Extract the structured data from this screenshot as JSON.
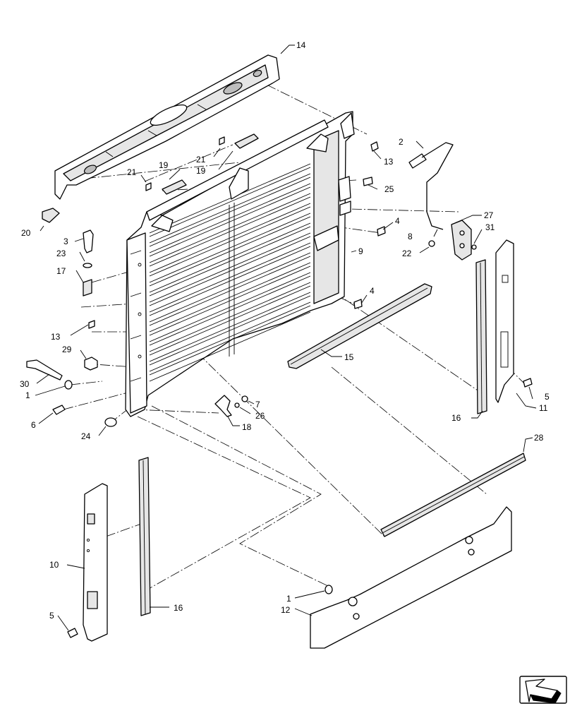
{
  "callouts": {
    "c14": "14",
    "c2": "2",
    "c13a": "13",
    "c21a": "21",
    "c19a": "19",
    "c21b": "21",
    "c19b": "19",
    "c25": "25",
    "c4a": "4",
    "c27": "27",
    "c8": "8",
    "c31": "31",
    "c22": "22",
    "c20": "20",
    "c3": "3",
    "c23": "23",
    "c17": "17",
    "c9": "9",
    "c4b": "4",
    "c13b": "13",
    "c29": "29",
    "c15": "15",
    "c30": "30",
    "c1a": "1",
    "c5a": "5",
    "c7": "7",
    "c11": "11",
    "c26": "26",
    "c6": "6",
    "c18": "18",
    "c16a": "16",
    "c24": "24",
    "c28": "28",
    "c10": "10",
    "c16b": "16",
    "c1b": "1",
    "c12": "12",
    "c5b": "5"
  },
  "icons": {
    "navigation": "direction-arrow-icon"
  }
}
